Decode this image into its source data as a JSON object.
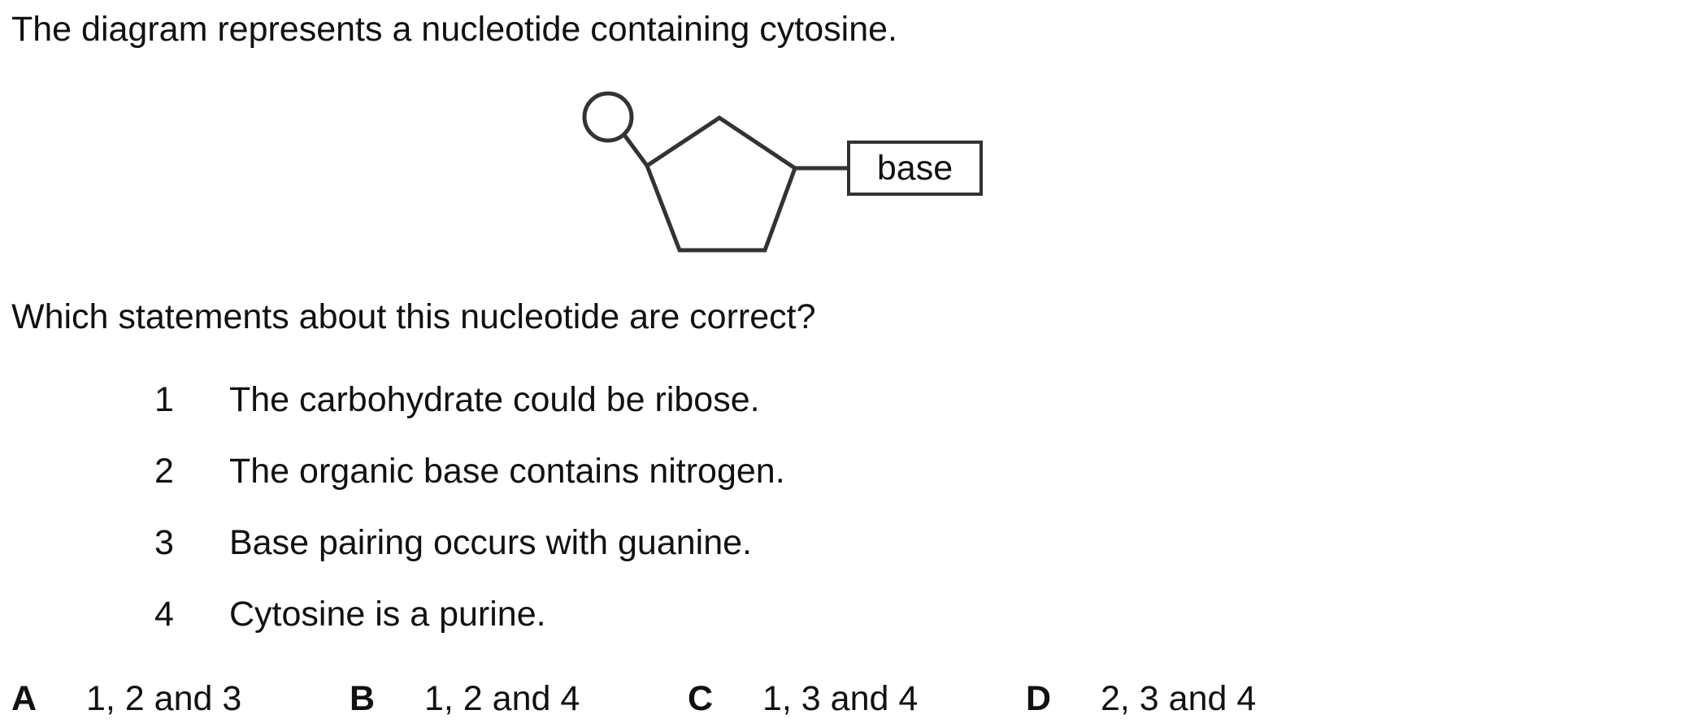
{
  "intro": "The diagram represents a nucleotide containing cytosine.",
  "diagram": {
    "base_label": "base"
  },
  "question": "Which statements about this nucleotide are correct?",
  "statements": [
    {
      "number": "1",
      "text": "The carbohydrate could be ribose."
    },
    {
      "number": "2",
      "text": "The organic base contains nitrogen."
    },
    {
      "number": "3",
      "text": "Base pairing occurs with guanine."
    },
    {
      "number": "4",
      "text": "Cytosine is a purine."
    }
  ],
  "options": [
    {
      "letter": "A",
      "text": "1, 2 and 3"
    },
    {
      "letter": "B",
      "text": "1, 2 and 4"
    },
    {
      "letter": "C",
      "text": "1, 3 and 4"
    },
    {
      "letter": "D",
      "text": "2, 3 and 4"
    }
  ]
}
